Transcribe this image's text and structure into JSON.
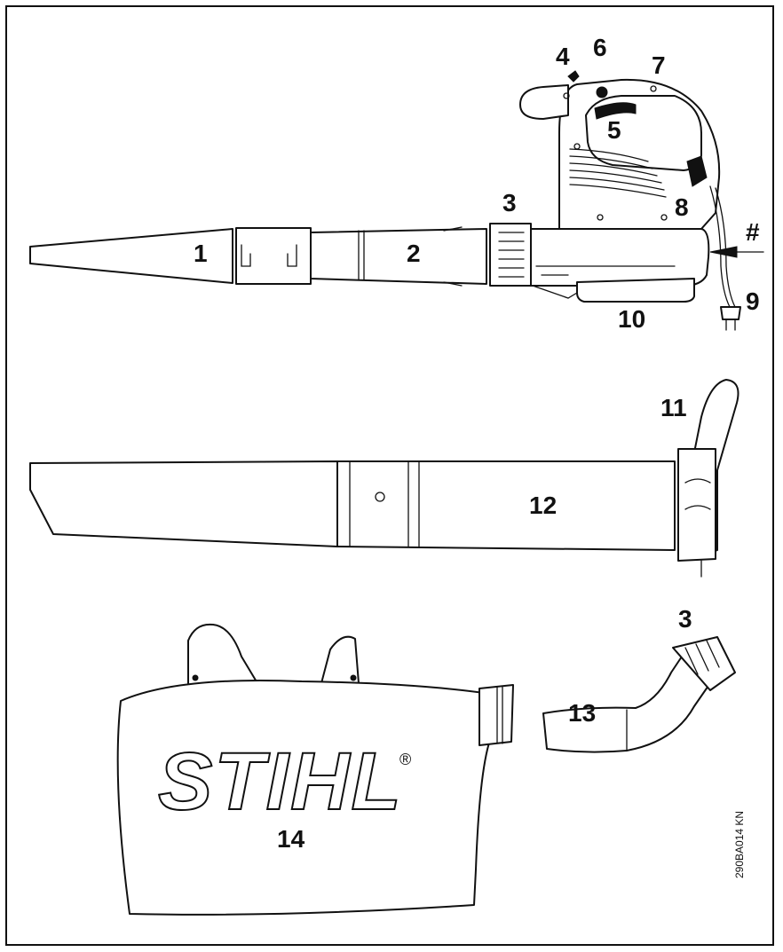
{
  "callouts": {
    "c1": "1",
    "c2": "2",
    "c3_top": "3",
    "c3_bottom": "3",
    "c4": "4",
    "c5": "5",
    "c6": "6",
    "c7": "7",
    "c8": "8",
    "c9": "9",
    "c10": "10",
    "c11": "11",
    "c12": "12",
    "c13": "13",
    "c14": "14",
    "hash": "#"
  },
  "drawing_code": "290BA014 KN",
  "brand": {
    "logo_text": "STIHL",
    "registered_mark": "®"
  },
  "colors": {
    "ink": "#111111",
    "paper": "#ffffff"
  }
}
